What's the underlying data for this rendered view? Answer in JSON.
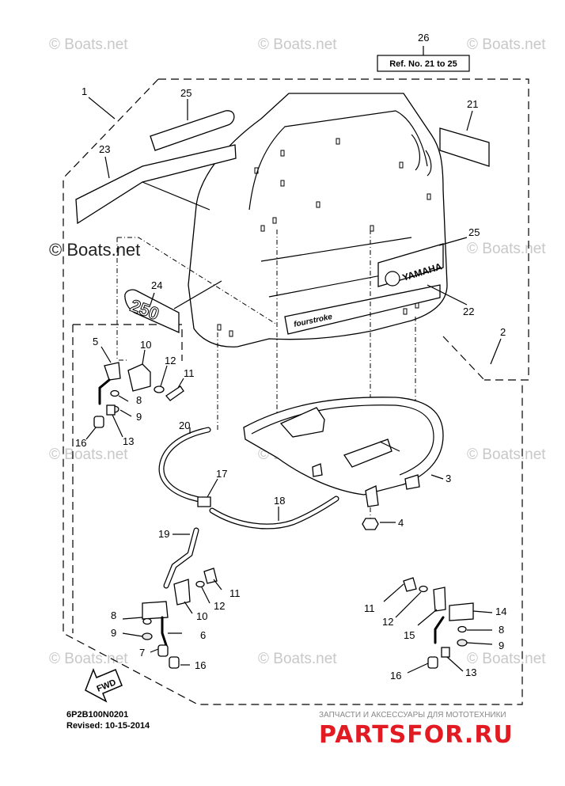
{
  "watermarks": {
    "text": "© Boats.net",
    "main": "© Boats.net"
  },
  "callouts": {
    "ref_box": "Ref. No. 21 to 25",
    "n26": "26",
    "n25a": "25",
    "n21": "21",
    "n1": "1",
    "n23": "23",
    "n25b": "25",
    "n24": "24",
    "n22": "22",
    "n2": "2",
    "n5": "5",
    "n10a": "10",
    "n12a": "12",
    "n11a": "11",
    "n8a": "8",
    "n9a": "9",
    "n16a": "16",
    "n13a": "13",
    "n20": "20",
    "n3": "3",
    "n17": "17",
    "n18": "18",
    "n4": "4",
    "n19": "19",
    "n11b": "11",
    "n12b": "12",
    "n10b": "10",
    "n8b": "8",
    "n9b": "9",
    "n6": "6",
    "n7": "7",
    "n16b": "16",
    "n11c": "11",
    "n12c": "12",
    "n14": "14",
    "n15": "15",
    "n8c": "8",
    "n9c": "9",
    "n16c": "16",
    "n13b": "13"
  },
  "decals": {
    "brand": "YAMAHA",
    "model": "250",
    "stroke": "fourstroke",
    "fwd": "FWD"
  },
  "footer": {
    "code": "6P2B100N0201",
    "revised": "Revised: 10-15-2014"
  },
  "brand_mark": {
    "subtitle": "ЗАПЧАСТИ И АКСЕССУАРЫ ДЛЯ МОТОТЕХНИКИ",
    "name": "PARTSFOR.RU",
    "color": "#e21a22"
  }
}
